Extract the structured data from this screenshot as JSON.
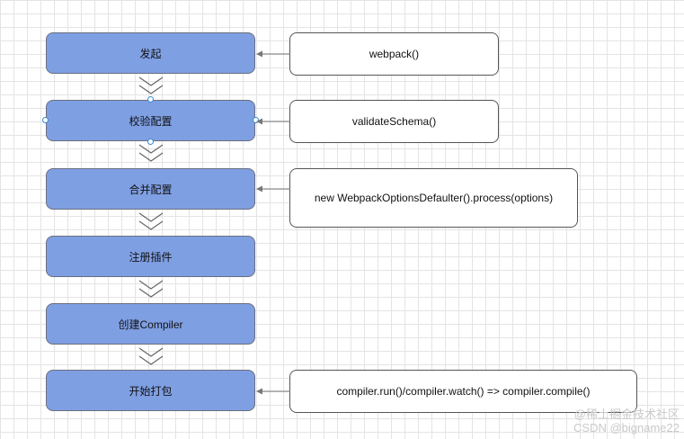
{
  "steps": [
    {
      "label": "发起"
    },
    {
      "label": "校验配置"
    },
    {
      "label": "合并配置"
    },
    {
      "label": "注册插件"
    },
    {
      "label": "创建Compiler"
    },
    {
      "label": "开始打包"
    }
  ],
  "notes": [
    {
      "label": "webpack()"
    },
    {
      "label": "validateSchema()"
    },
    {
      "label": "new WebpackOptionsDefaulter().process(options)"
    },
    {
      "label": "compiler.run()/compiler.watch()   => compiler.compile()"
    }
  ],
  "watermark": {
    "line1": "@稀土掘金技术社区",
    "line2": "CSDN @bigname22"
  },
  "colors": {
    "step_fill": "#7f9fe3",
    "note_fill": "#ffffff",
    "connector": "#666666",
    "selection_handle": "#3a8bd0"
  }
}
